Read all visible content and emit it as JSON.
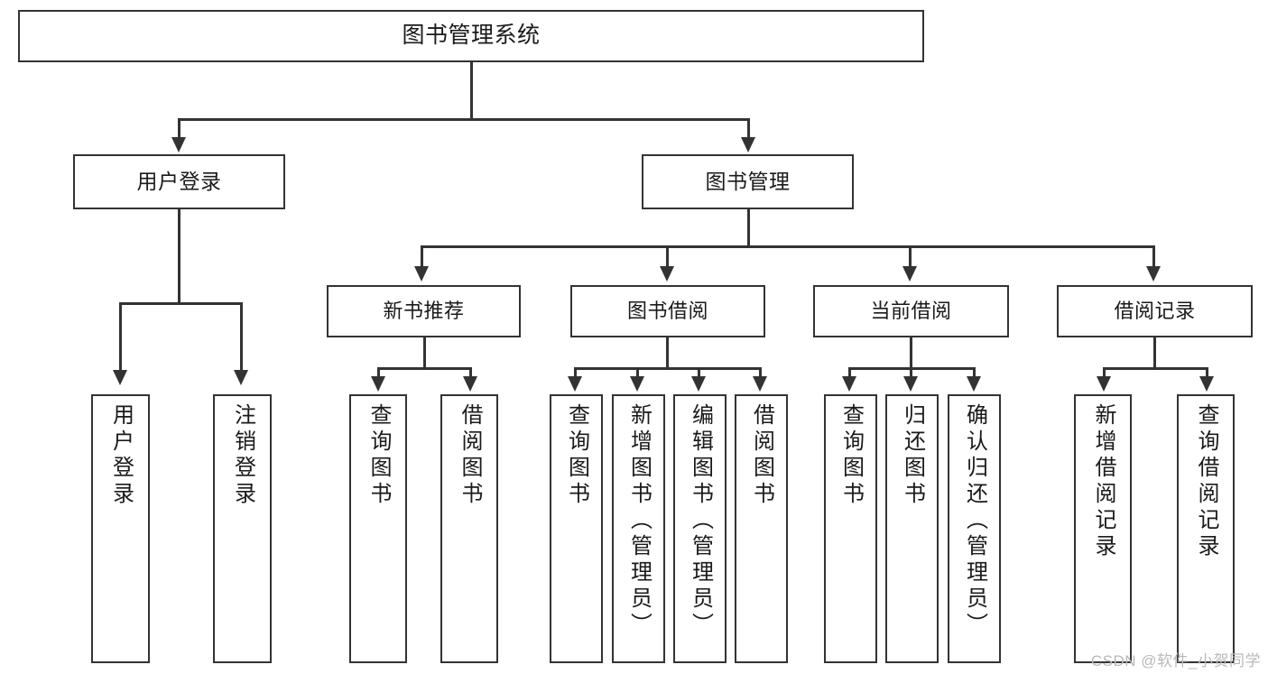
{
  "diagram": {
    "title": "图书管理系统",
    "watermark": "CSDN @软件_小贺同学",
    "colors": {
      "stroke": "#333333",
      "fill": "#ffffff",
      "text": "#1a1a1a",
      "watermark": "#b9b9b9"
    },
    "root": {
      "label": "图书管理系统"
    },
    "level1": [
      {
        "label": "用户登录"
      },
      {
        "label": "图书管理"
      }
    ],
    "level2": [
      {
        "label": "新书推荐"
      },
      {
        "label": "图书借阅"
      },
      {
        "label": "当前借阅"
      },
      {
        "label": "借阅记录"
      }
    ],
    "leaves": {
      "user_login": [
        {
          "label": "用户登录"
        },
        {
          "label": "注销登录"
        }
      ],
      "new_book_recommend": [
        {
          "label": "查询图书"
        },
        {
          "label": "借阅图书"
        }
      ],
      "book_borrow": [
        {
          "label": "查询图书"
        },
        {
          "label": "新增图书（管理员）"
        },
        {
          "label": "编辑图书（管理员）"
        },
        {
          "label": "借阅图书"
        }
      ],
      "current_borrow": [
        {
          "label": "查询图书"
        },
        {
          "label": "归还图书"
        },
        {
          "label": "确认归还（管理员）"
        }
      ],
      "borrow_record": [
        {
          "label": "新增借阅记录"
        },
        {
          "label": "查询借阅记录"
        }
      ]
    }
  }
}
